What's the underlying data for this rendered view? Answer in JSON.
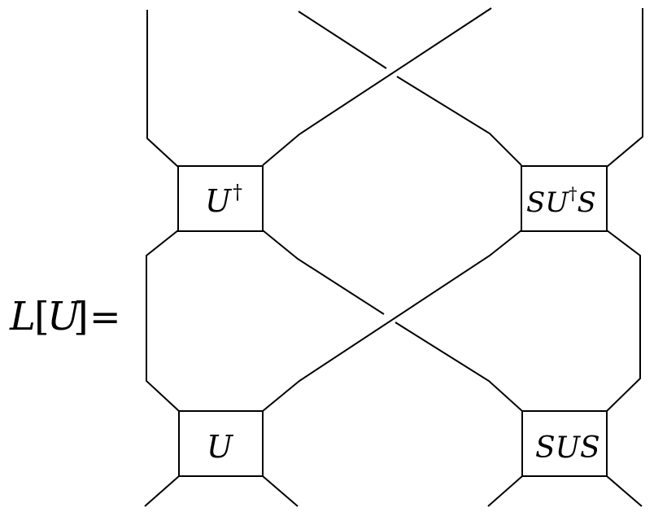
{
  "equation": {
    "lhs_letter": "L",
    "lhs_open": "[",
    "lhs_arg": "U",
    "lhs_close": "]",
    "equals": "="
  },
  "gates": {
    "u_dagger": {
      "base": "U",
      "sup": "†"
    },
    "s_u_dagger_s": {
      "left": "S",
      "base": "U",
      "sup": "†",
      "right": "S"
    },
    "u": {
      "label": "U"
    },
    "s_u_s": {
      "label": "SUS"
    }
  }
}
